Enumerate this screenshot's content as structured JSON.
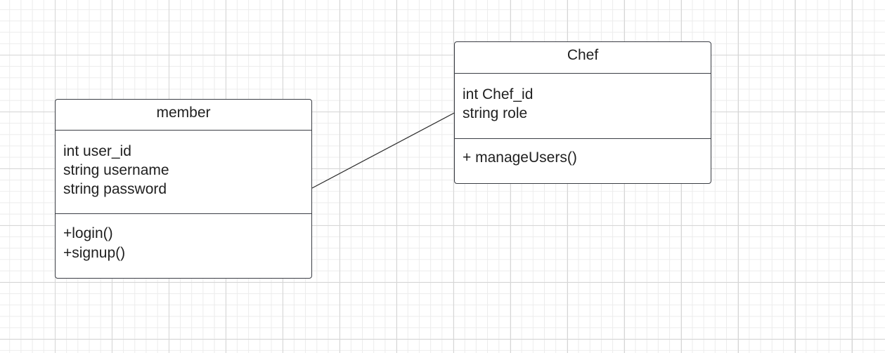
{
  "classes": {
    "member": {
      "name": "member",
      "attributes": [
        "int user_id",
        "string username",
        "string password"
      ],
      "methods": [
        "+login()",
        "+signup()"
      ]
    },
    "chef": {
      "name": "Chef",
      "attributes": [
        "int Chef_id",
        "string role"
      ],
      "methods": [
        "+ manageUsers()"
      ]
    }
  },
  "relationships": [
    {
      "from": "member",
      "to": "Chef",
      "type": "association"
    }
  ],
  "colors": {
    "border": "#3a3d44",
    "text": "#1f1f1f",
    "grid_major": "#d6d6d6",
    "grid_minor": "#ececec",
    "background": "#ffffff"
  }
}
